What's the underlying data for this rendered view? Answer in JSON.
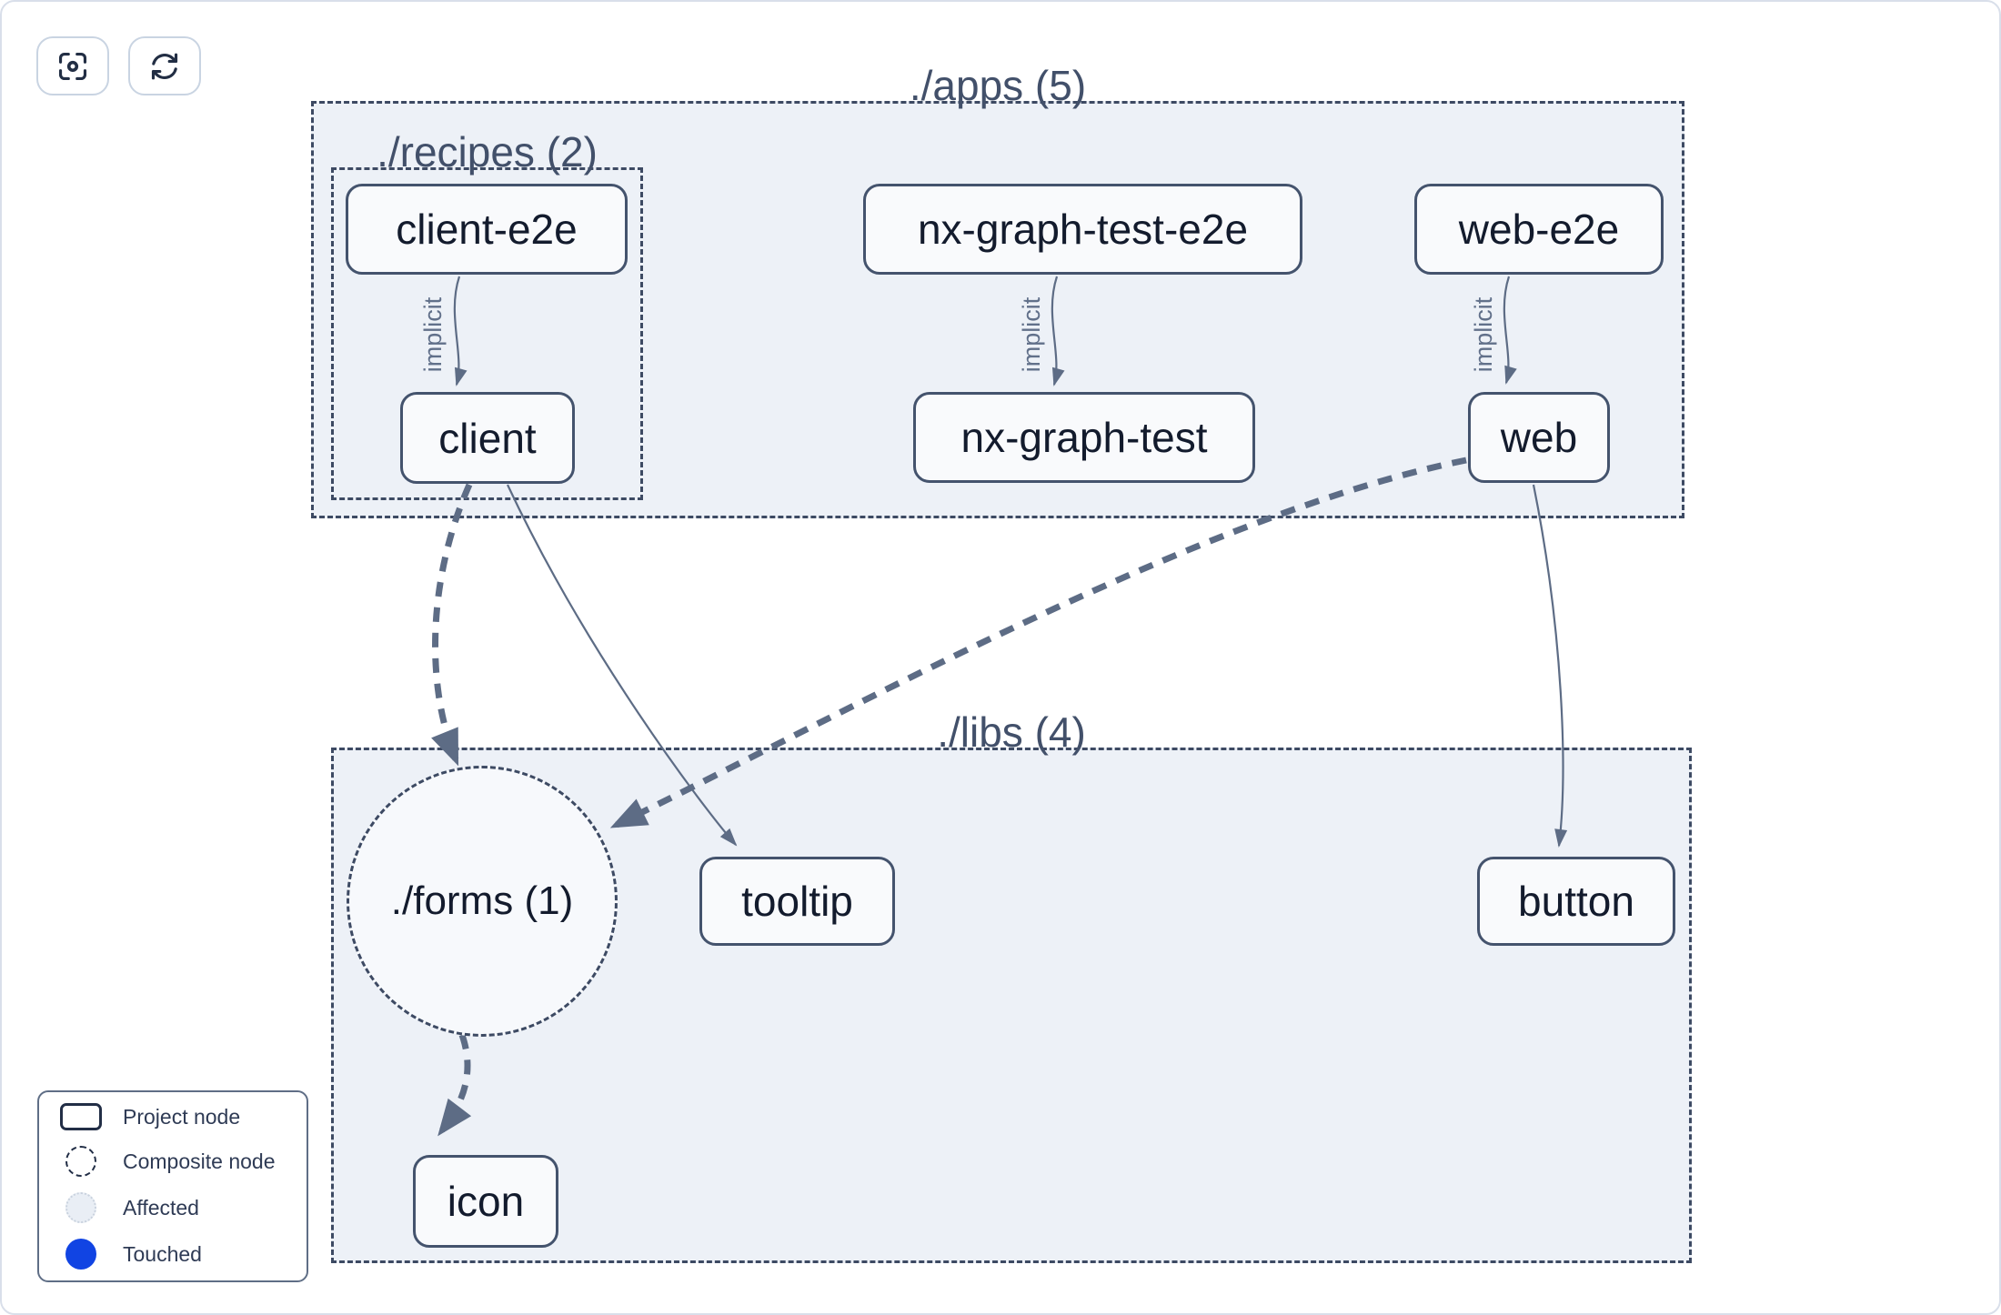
{
  "colors": {
    "canvas_bg": "#ffffff",
    "page_border": "#d9dfea",
    "group_fill": "#edf1f7",
    "group_border": "#3d4a63",
    "node_fill": "#f9fafc",
    "node_border": "#44536d",
    "node_text": "#131b2d",
    "group_label_text": "#42506a",
    "edge": "#5d6c85",
    "legend_text": "#2f3b55",
    "touched_blue": "#1144e3",
    "affected_fill": "#e9eef5"
  },
  "toolbar": {
    "buttons": [
      {
        "name": "focus-button",
        "icon": "scan-focus-icon"
      },
      {
        "name": "refresh-button",
        "icon": "refresh-icon"
      }
    ]
  },
  "graph": {
    "groups": [
      {
        "id": "apps",
        "label": "./apps (5)"
      },
      {
        "id": "recipes",
        "label": "./recipes (2)"
      },
      {
        "id": "libs",
        "label": "./libs (4)"
      }
    ],
    "composite_nodes": [
      {
        "id": "forms",
        "label": "./forms (1)"
      }
    ],
    "nodes": [
      {
        "id": "client-e2e",
        "label": "client-e2e"
      },
      {
        "id": "nx-graph-test-e2e",
        "label": "nx-graph-test-e2e"
      },
      {
        "id": "web-e2e",
        "label": "web-e2e"
      },
      {
        "id": "client",
        "label": "client"
      },
      {
        "id": "nx-graph-test",
        "label": "nx-graph-test"
      },
      {
        "id": "web",
        "label": "web"
      },
      {
        "id": "tooltip",
        "label": "tooltip"
      },
      {
        "id": "button",
        "label": "button"
      },
      {
        "id": "icon",
        "label": "icon"
      }
    ],
    "edges": [
      {
        "from": "client-e2e",
        "to": "client",
        "label": "implicit",
        "style": "solid"
      },
      {
        "from": "nx-graph-test-e2e",
        "to": "nx-graph-test",
        "label": "implicit",
        "style": "solid"
      },
      {
        "from": "web-e2e",
        "to": "web",
        "label": "implicit",
        "style": "solid"
      },
      {
        "from": "client",
        "to": "./forms (1)",
        "label": "",
        "style": "thick-dashed"
      },
      {
        "from": "client",
        "to": "tooltip",
        "label": "",
        "style": "solid"
      },
      {
        "from": "web",
        "to": "./forms (1)",
        "label": "",
        "style": "thick-dashed"
      },
      {
        "from": "web",
        "to": "button",
        "label": "",
        "style": "solid"
      },
      {
        "from": "./forms (1)",
        "to": "icon",
        "label": "",
        "style": "thick-dashed"
      }
    ]
  },
  "legend": {
    "items": [
      {
        "label": "Project node",
        "swatch": "project-node-swatch"
      },
      {
        "label": "Composite node",
        "swatch": "composite-node-swatch"
      },
      {
        "label": "Affected",
        "swatch": "affected-swatch"
      },
      {
        "label": "Touched",
        "swatch": "touched-swatch"
      }
    ]
  }
}
